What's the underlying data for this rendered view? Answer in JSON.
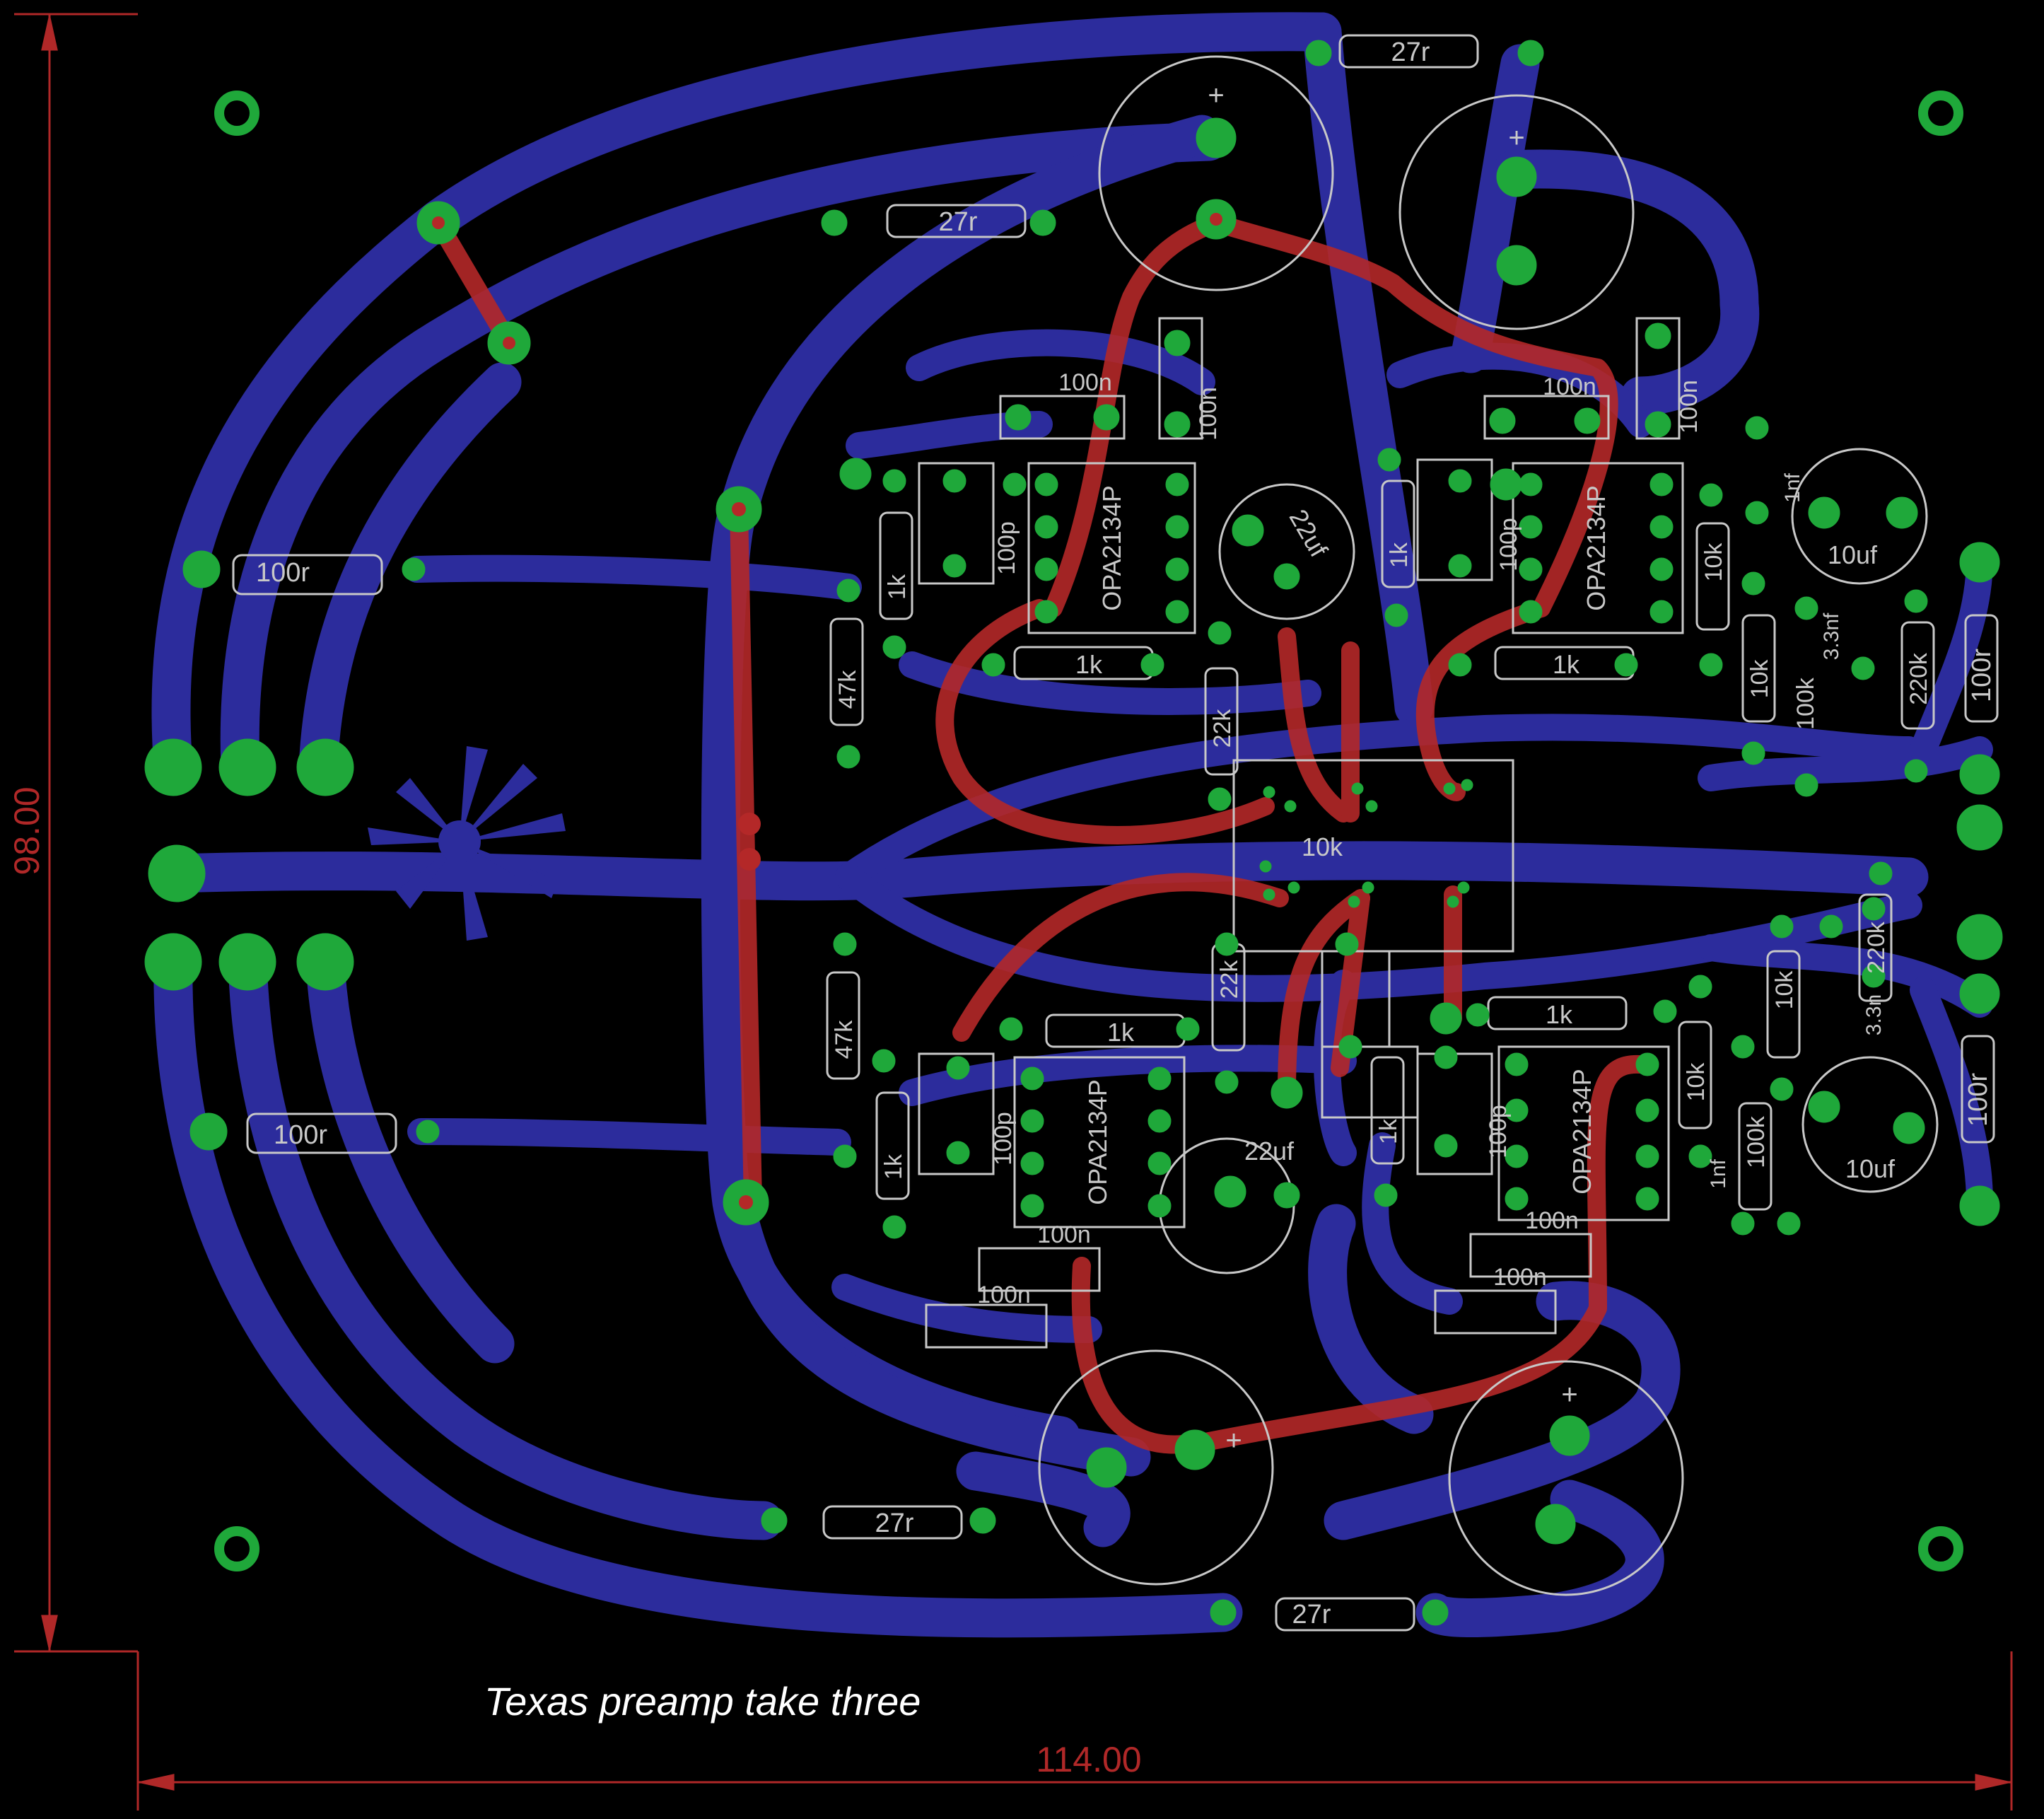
{
  "board": {
    "title": "Texas preamp take three",
    "dim_width": "114.00",
    "dim_height": "98.00",
    "colors": {
      "background": "#000000",
      "top_trace": "#b42828",
      "bottom_trace": "#2c2c9c",
      "pad": "#1fa83a",
      "silk": "#c8c8c8",
      "dimension": "#b02828"
    }
  },
  "components": {
    "r_27r_top": "27r",
    "r_27r_upper": "27r",
    "r_27r_lower": "27r",
    "r_27r_bottom": "27r",
    "r_100r_left_top": "100r",
    "r_100r_left_bot": "100r",
    "r_100r_right_top": "100r",
    "r_100r_right_bot": "100r",
    "r_1k_a": "1k",
    "r_1k_b": "1k",
    "r_1k_c": "1k",
    "r_1k_d": "1k",
    "r_1k_e": "1k",
    "r_1k_f": "1k",
    "r_1k_g": "1k",
    "r_1k_h": "1k",
    "r_47k_top": "47k",
    "r_47k_bot": "47k",
    "r_22k_top": "22k",
    "r_22k_bot": "22k",
    "r_10k_a": "10k",
    "r_10k_b": "10k",
    "r_10k_c": "10k",
    "r_10k_d": "10k",
    "r_100k_top": "100k",
    "r_100k_bot": "100k",
    "r_220k_top": "220k",
    "r_220k_bot": "220k",
    "pot": "10k",
    "ic_a": "OPA2134P",
    "ic_b": "OPA2134P",
    "ic_c": "OPA2134P",
    "ic_d": "OPA2134P",
    "c_100n_1": "100n",
    "c_100n_2": "100n",
    "c_100n_3": "100n",
    "c_100n_4": "100n",
    "c_100n_5": "100n",
    "c_100n_6": "100n",
    "c_100n_7": "100n",
    "c_100n_8": "100n",
    "c_100p_1": "100p",
    "c_100p_2": "100p",
    "c_100p_3": "100p",
    "c_100p_4": "100p",
    "c_22uf_top": "22uf",
    "c_22uf_bot": "22uf",
    "c_10uf_top": "10uf",
    "c_10uf_bot": "10uf",
    "c_1nf_top": "1nf",
    "c_1nf_bot": "1nf",
    "c_3n3_top": "3.3nf",
    "c_3n3_bot": "3.3n",
    "plus": "+"
  }
}
